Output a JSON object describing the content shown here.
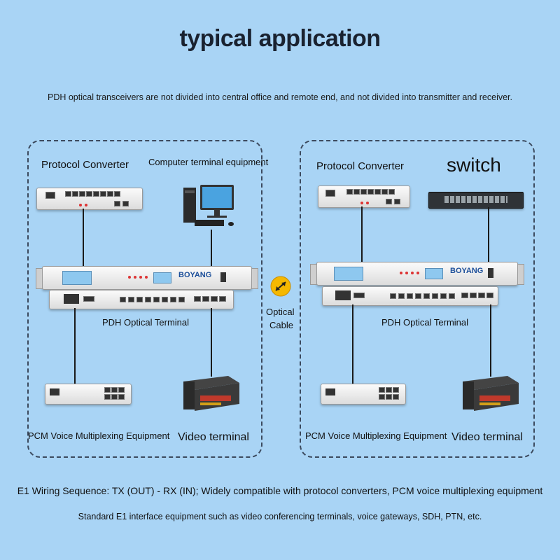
{
  "header": {
    "title": "typical application",
    "subtitle": "PDH optical transceivers are not divided into central office and remote end, and not divided into transmitter and receiver."
  },
  "left_group": {
    "protocol_converter": "Protocol Converter",
    "computer_terminal": "Computer terminal equipment",
    "pdh_terminal": "PDH Optical Terminal",
    "pcm_equipment": "PCM Voice Multiplexing Equipment",
    "video_terminal": "Video terminal"
  },
  "right_group": {
    "protocol_converter": "Protocol Converter",
    "switch": "switch",
    "pdh_terminal": "PDH Optical Terminal",
    "pcm_equipment": "PCM Voice Multiplexing Equipment",
    "video_terminal": "Video terminal"
  },
  "link": {
    "line1": "Optical",
    "line2": "Cable"
  },
  "device_branding": {
    "brand": "BOYANG"
  },
  "footer": {
    "line1": "E1 Wiring Sequence: TX (OUT) - RX (IN); Widely compatible with protocol converters, PCM voice multiplexing equipment",
    "line2": "Standard E1 interface equipment such as video conferencing terminals, voice gateways, SDH, PTN, etc."
  },
  "colors": {
    "background": "#a9d4f5",
    "border": "#3c4a5e",
    "optical_icon": "#f5b800"
  }
}
